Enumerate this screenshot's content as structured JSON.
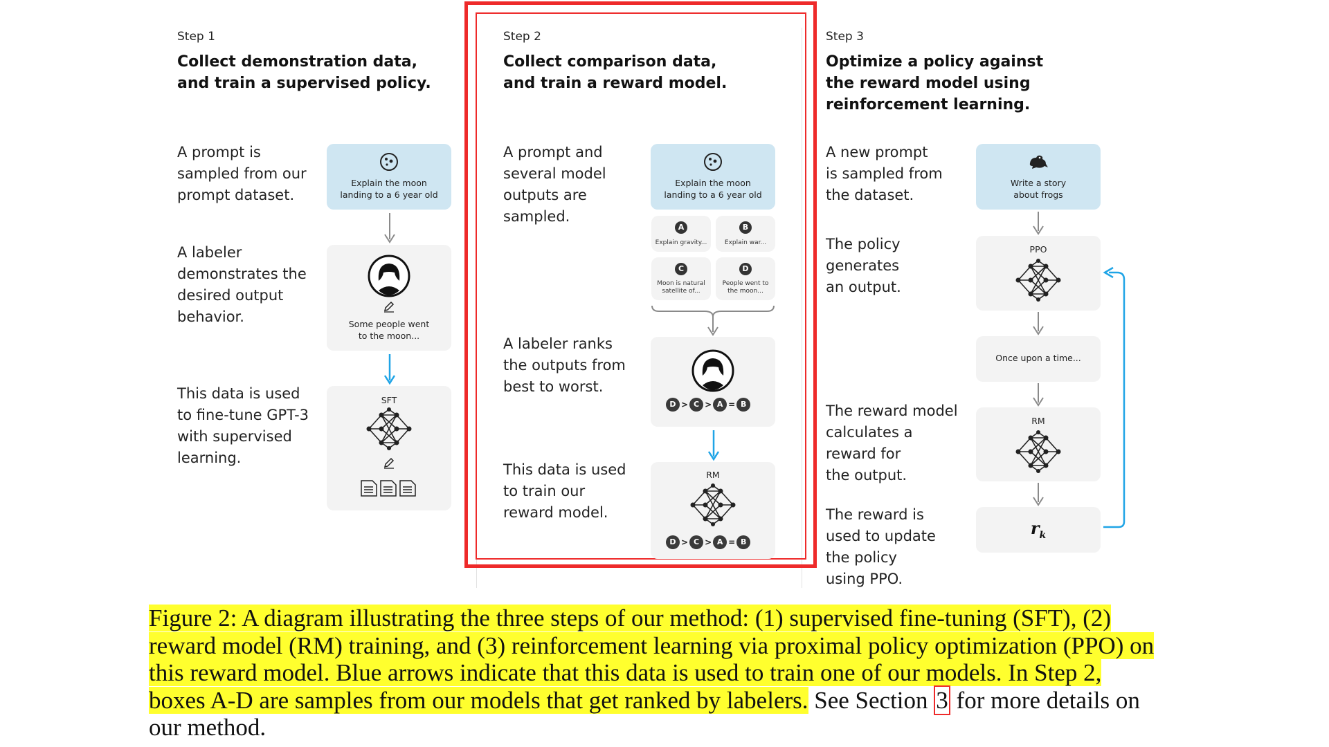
{
  "step1": {
    "label": "Step 1",
    "title": "Collect demonstration data,\nand train a supervised policy.",
    "desc1": "A prompt is\nsampled from our\nprompt dataset.",
    "desc2": "A labeler\ndemonstrates the\ndesired output\nbehavior.",
    "desc3": "This data is used\nto fine-tune GPT-3\nwith supervised\nlearning.",
    "prompt_card": "Explain the moon\nlanding to a 6 year old",
    "demo_card": "Some people went\nto the moon...",
    "model_label": "SFT"
  },
  "step2": {
    "label": "Step 2",
    "title": "Collect comparison data,\nand train a reward model.",
    "desc1": "A prompt and\nseveral model\noutputs are\nsampled.",
    "desc2": "A labeler ranks\nthe outputs from\nbest to worst.",
    "desc3": "This data is used\nto train our\nreward model.",
    "prompt_card": "Explain the moon\nlanding to a 6 year old",
    "outputs": [
      {
        "letter": "A",
        "text": "Explain gravity..."
      },
      {
        "letter": "B",
        "text": "Explain war..."
      },
      {
        "letter": "C",
        "text": "Moon is natural\nsatellite of..."
      },
      {
        "letter": "D",
        "text": "People went to\nthe moon..."
      }
    ],
    "ranking": [
      "D",
      ">",
      "C",
      ">",
      "A",
      "=",
      "B"
    ],
    "model_label": "RM"
  },
  "step3": {
    "label": "Step 3",
    "title": "Optimize a policy against\nthe reward model using\nreinforcement learning.",
    "desc1": "A new prompt\nis sampled from\nthe dataset.",
    "desc2": "The policy\ngenerates\nan output.",
    "desc3": "The reward model\ncalculates a\nreward for\nthe output.",
    "desc4": "The reward is\nused to update\nthe policy\nusing PPO.",
    "prompt_card": "Write a story\nabout frogs",
    "policy_label": "PPO",
    "output_card": "Once upon a time...",
    "rm_label": "RM",
    "reward_symbol": "r",
    "reward_sub": "k"
  },
  "caption": {
    "part1": "Figure 2: A diagram illustrating the three steps of our method: (1) supervised fine-tuning (SFT), (2) reward model (RM) training, and (3) reinforcement learning via proximal policy optimization (PPO) on this reward model. Blue arrows indicate that this data is used to train one of our models. In Step 2, boxes A-D are samples from our models that get ranked by labelers.",
    "part2": " See Section ",
    "ref": "3",
    "part3": " for more details on our method."
  },
  "colors": {
    "highlight": "#ffff2e",
    "frame": "#ee2a2a",
    "train_arrow": "#1fa4e6",
    "flow_arrow": "#8a8a8a",
    "prompt_card": "#cfe6f2",
    "card": "#f3f3f3"
  }
}
